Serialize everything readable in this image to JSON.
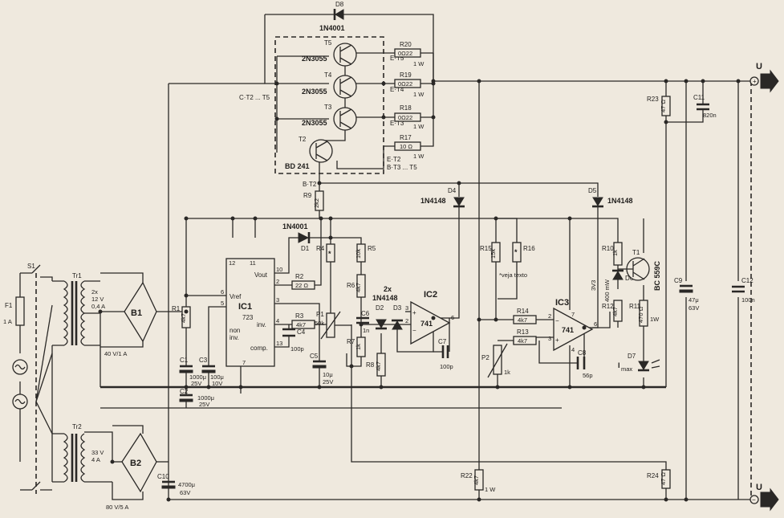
{
  "outputs": {
    "plus": "U",
    "minus": "U"
  },
  "mains": {
    "fuse": "F1",
    "fuse_val": "1 A",
    "switch": "S1"
  },
  "tr1": {
    "name": "Tr1",
    "rating": "2x\n12 V\n0,4 A"
  },
  "tr2": {
    "name": "Tr2",
    "rating": "33 V\n4 A"
  },
  "b1": {
    "name": "B1",
    "rating": "40 V/1 A"
  },
  "b2": {
    "name": "B2",
    "rating": "80 V/5 A"
  },
  "d8": {
    "name": "D8",
    "type": "1N4001"
  },
  "d1": {
    "name": "D1",
    "type": "1N4001"
  },
  "d4": {
    "name": "D4",
    "type": "1N4148"
  },
  "d5": {
    "name": "D5",
    "type": "1N4148"
  },
  "d23": {
    "qty": "2x",
    "type": "1N4148",
    "a": "D2",
    "b": "D3"
  },
  "d6": {
    "name": "D6",
    "val": "400 mW",
    "volt": "3V3"
  },
  "d7": {
    "name": "D7",
    "label": "I",
    "sub": "max"
  },
  "t5": {
    "name": "T5",
    "type": "2N3055",
    "e": "E·T5"
  },
  "t4": {
    "name": "T4",
    "type": "2N3055",
    "e": "E·T4"
  },
  "t3": {
    "name": "T3",
    "type": "2N3055",
    "e": "E·T3"
  },
  "t2": {
    "name": "T2",
    "type": "BD 241",
    "b": "B·T2",
    "e": "E·T2",
    "b3": "B·T3 ... T5",
    "c": "C·T2 ... T5"
  },
  "t1": {
    "name": "T1",
    "type": "BC 559C"
  },
  "r20": {
    "name": "R20",
    "val": "0Ω22",
    "w": "1 W"
  },
  "r19": {
    "name": "R19",
    "val": "0Ω22",
    "w": "1 W"
  },
  "r18": {
    "name": "R18",
    "val": "0Ω22",
    "w": "1 W"
  },
  "r17": {
    "name": "R17",
    "val": "10 Ω",
    "w": "1 W"
  },
  "r9": {
    "name": "R9",
    "val": "2k2"
  },
  "r1": {
    "name": "R1",
    "val": "4k7"
  },
  "r2": {
    "name": "R2",
    "val": "22 Ω"
  },
  "r3": {
    "name": "R3",
    "val": "4k7"
  },
  "r4": {
    "name": "R4",
    "val": "*"
  },
  "r5": {
    "name": "R5",
    "val": "10k"
  },
  "r6": {
    "name": "R6",
    "val": "4k7"
  },
  "r7": {
    "name": "R7",
    "val": "1k"
  },
  "r8": {
    "name": "R8",
    "val": "4k7"
  },
  "r10": {
    "name": "R10",
    "val": "1k"
  },
  "r11": {
    "name": "R11",
    "val": "470 Ω",
    "w": "1W"
  },
  "r12": {
    "name": "R12",
    "val": "4k7"
  },
  "r13": {
    "name": "R13",
    "val": "4k7"
  },
  "r14": {
    "name": "R14",
    "val": "4k7"
  },
  "r15": {
    "name": "R15",
    "val": "15k"
  },
  "r16": {
    "name": "R16",
    "val": "*",
    "note": "*veja texto"
  },
  "r22": {
    "name": "R22",
    "val": "4k7",
    "w": "1 W"
  },
  "r23": {
    "name": "R23",
    "val": "47 Ω"
  },
  "r24": {
    "name": "R24",
    "val": "47 Ω"
  },
  "p1": {
    "name": "P1",
    "val": "50k"
  },
  "p2": {
    "name": "P2",
    "val": "1k"
  },
  "c1": {
    "name": "C1",
    "val": "1000μ\n25V"
  },
  "c2": {
    "name": "C2",
    "val": "1000μ\n25V"
  },
  "c3": {
    "name": "C3",
    "val": "100μ\n10V"
  },
  "c4": {
    "name": "C4",
    "val": "100p"
  },
  "c5": {
    "name": "C5",
    "val": "10μ\n25V"
  },
  "c6": {
    "name": "C6",
    "val": "1n"
  },
  "c7": {
    "name": "C7",
    "val": "100p"
  },
  "c8": {
    "name": "C8",
    "val": "56p"
  },
  "c9": {
    "name": "C9",
    "val": "47μ\n63V"
  },
  "c10": {
    "name": "C10",
    "val": "4700μ\n63V"
  },
  "c11": {
    "name": "C11",
    "val": "820n"
  },
  "c12": {
    "name": "C12",
    "val": "100n"
  },
  "ic1": {
    "name": "IC1",
    "type": "723",
    "vout": "Vout",
    "vref": "Vref",
    "inv": "inv.",
    "noninv": "non\ninv.",
    "comp": "comp.",
    "pins": [
      "12",
      "11",
      "10",
      "2",
      "3",
      "4",
      "6",
      "5",
      "13",
      "7"
    ]
  },
  "ic2": {
    "name": "IC2",
    "type": "741",
    "pins": [
      "3",
      "2",
      "6"
    ]
  },
  "ic3": {
    "name": "IC3",
    "type": "741",
    "pins": [
      "2",
      "3",
      "6",
      "7",
      "4"
    ]
  }
}
